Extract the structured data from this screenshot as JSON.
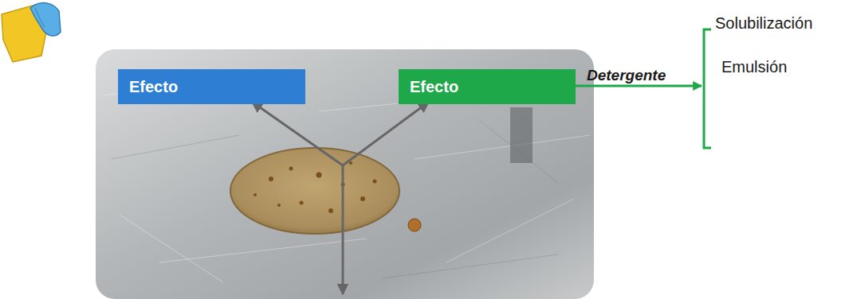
{
  "diagram": {
    "nodes": [
      {
        "text": [
          "Efecto"
        ]
      },
      {
        "text": [
          "Efecto"
        ]
      }
    ],
    "labels": [
      "Detergente",
      "Solubilización",
      "Emulsión"
    ]
  }
}
